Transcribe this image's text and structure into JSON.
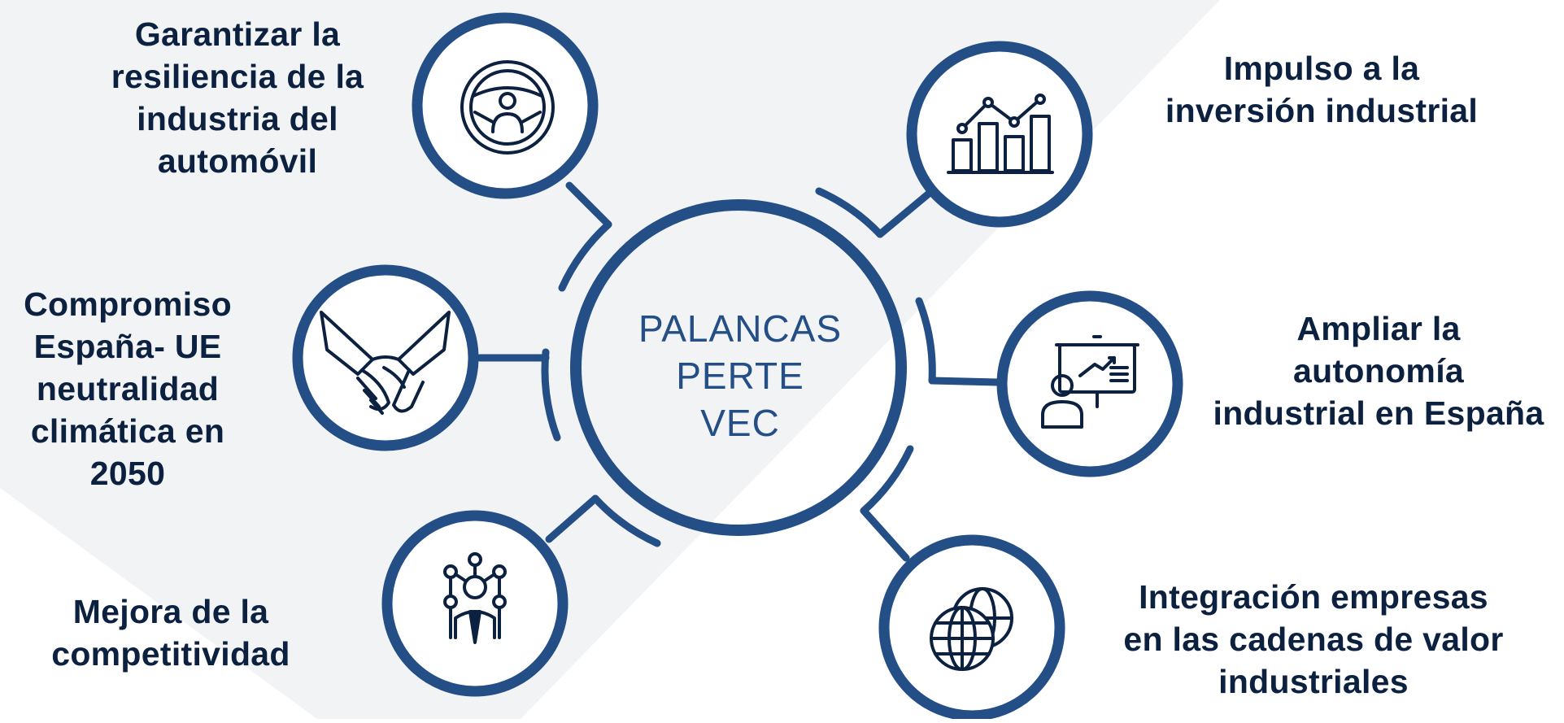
{
  "center": {
    "label": "PALANCAS\nPERTE\nVEC"
  },
  "nodes": [
    {
      "label": "Garantizar la\nresiliencia de la\nindustria del\nautomóvil",
      "icon": "steering-wheel-icon"
    },
    {
      "label": "Compromiso\nEspaña- UE\nneutralidad\nclimática en\n2050",
      "icon": "handshake-icon"
    },
    {
      "label": "Mejora de la\ncompetitividad",
      "icon": "business-network-icon"
    },
    {
      "label": "Impulso a la\ninversión industrial",
      "icon": "growth-chart-icon"
    },
    {
      "label": "Ampliar la\nautonomía\nindustrial en España",
      "icon": "presentation-board-icon"
    },
    {
      "label": "Integración empresas\nen las cadenas de valor\nindustriales",
      "icon": "globe-icon"
    }
  ],
  "colors": {
    "primary": "#234e86",
    "text": "#0c2140",
    "background": "#ffffff",
    "band": "#f2f3f5"
  }
}
